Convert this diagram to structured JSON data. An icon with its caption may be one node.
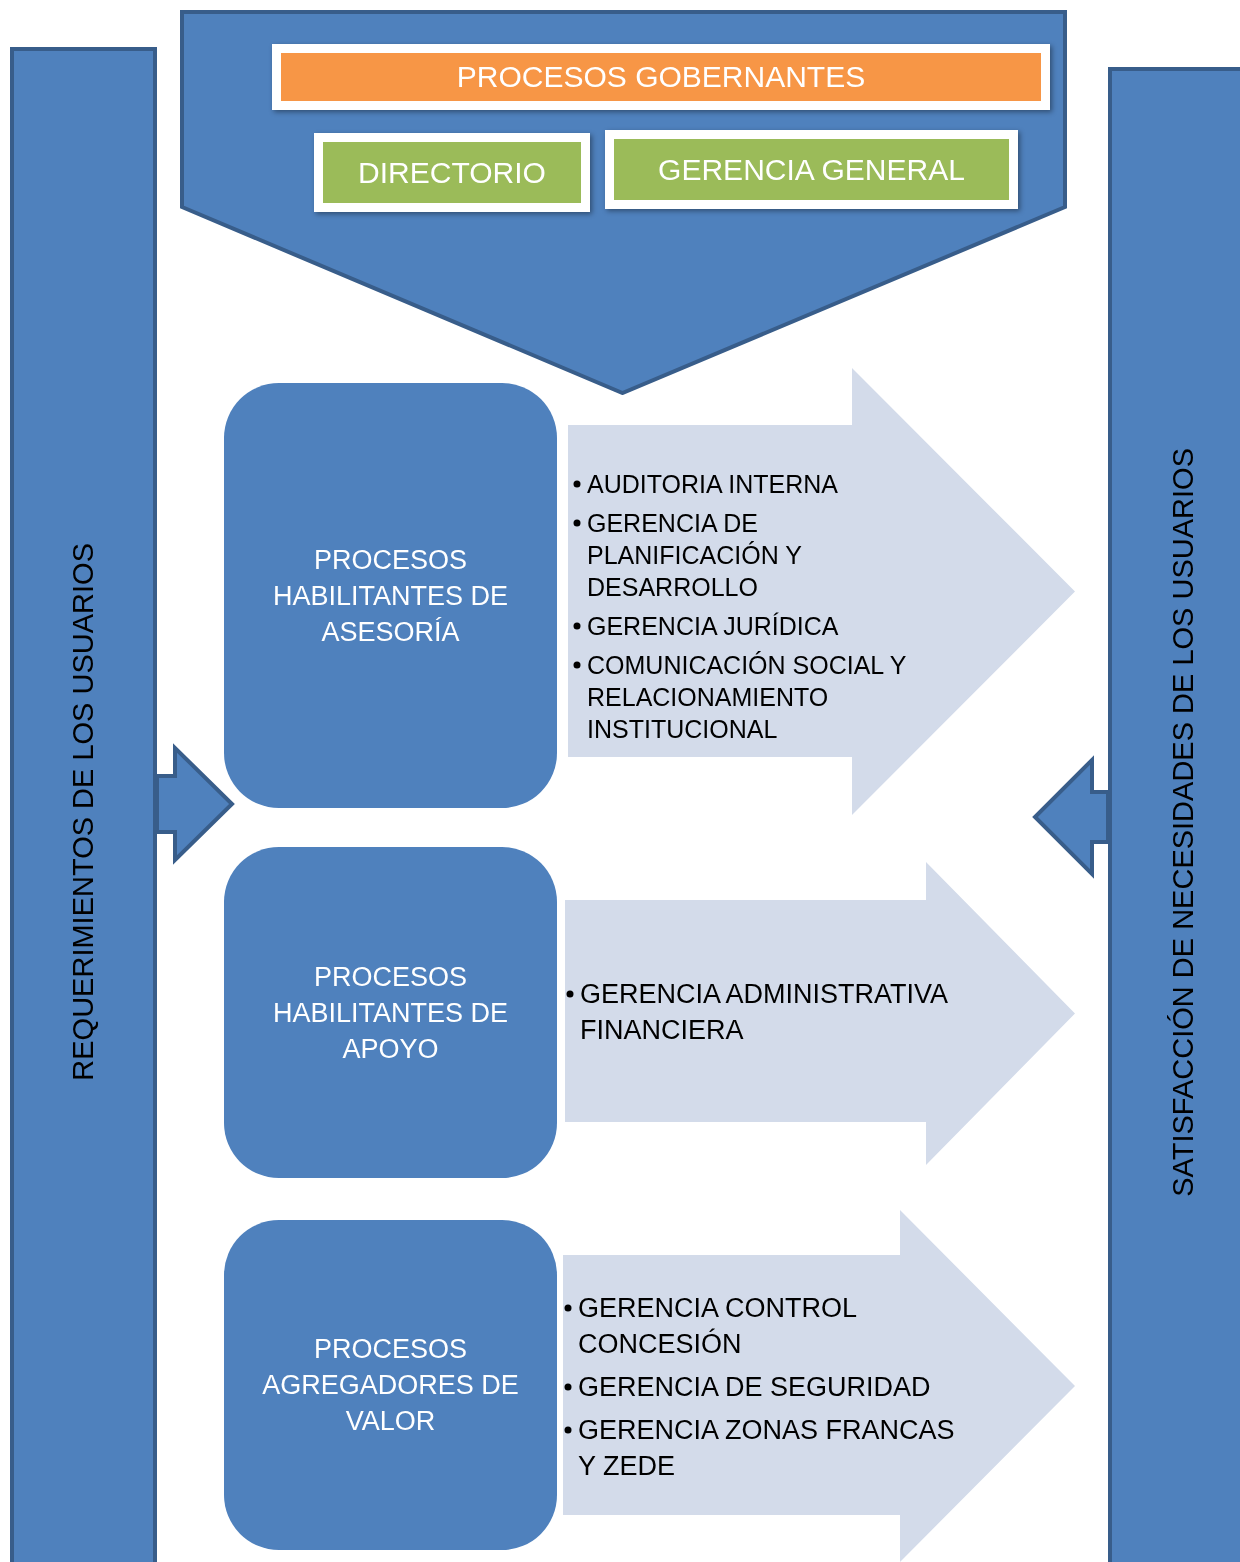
{
  "diagram": {
    "nodes": [
      {
        "text": [
          "REQUERIMIENTOS DE LOS USUARIOS"
        ]
      },
      {
        "text": [],
        "shape": "pentagon"
      },
      {
        "text": [
          "PROCESOS GOBERNANTES"
        ],
        "in": 1
      },
      {
        "text": [
          "DIRECTORIO"
        ],
        "in": 1
      },
      {
        "text": [
          "GERENCIA GENERAL"
        ],
        "in": 1
      },
      {
        "text": [
          "SATISFACCIÓN DE NECESIDADES DE LOS USUARIOS"
        ]
      },
      {
        "text": [
          "PROCESOS HABILITANTES DE ASESORÍA"
        ]
      },
      {
        "text": [
          "AUDITORIA INTERNA",
          "GERENCIA DE PLANIFICACIÓN Y DESARROLLO",
          "GERENCIA JURÍDICA",
          "COMUNICACIÓN SOCIAL Y RELACIONAMIENTO INSTITUCIONAL"
        ]
      },
      {
        "text": [
          "PROCESOS HABILITANTES DE APOYO"
        ]
      },
      {
        "text": [
          "GERENCIA ADMINISTRATIVA FINANCIERA"
        ]
      },
      {
        "text": [
          "PROCESOS AGREGADORES DE VALOR"
        ]
      },
      {
        "text": [
          "GERENCIA CONTROL CONCESIÓN",
          "GERENCIA DE SEGURIDAD",
          "GERENCIA ZONAS FRANCAS Y ZEDE"
        ]
      }
    ],
    "edges": [
      {
        "from": 0,
        "to": 6,
        "arrow": "to"
      },
      {
        "from": 5,
        "to": null,
        "arrow": "to"
      }
    ]
  }
}
